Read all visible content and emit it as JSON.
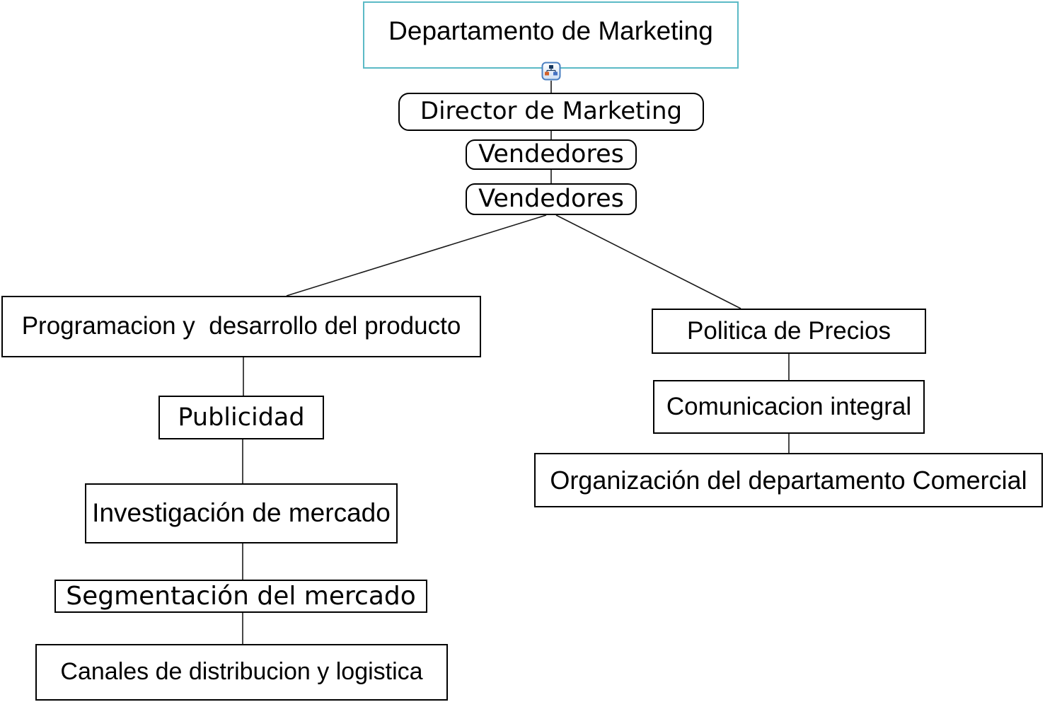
{
  "diagram": {
    "root": {
      "id": "departamento",
      "label": "Departamento de Marketing"
    },
    "chain": [
      {
        "id": "director",
        "label": "Director de Marketing"
      },
      {
        "id": "vendedores-1",
        "label": "Vendedores"
      },
      {
        "id": "vendedores-2",
        "label": "Vendedores"
      }
    ],
    "left_branch": [
      {
        "id": "programacion",
        "label": "Programacion y  desarrollo del producto"
      },
      {
        "id": "publicidad",
        "label": "Publicidad"
      },
      {
        "id": "investigacion",
        "label": "Investigación de mercado"
      },
      {
        "id": "segmentacion",
        "label": "Segmentación del mercado"
      },
      {
        "id": "canales",
        "label": "Canales de distribucion y logistica"
      }
    ],
    "right_branch": [
      {
        "id": "politica",
        "label": "Politica de Precios"
      },
      {
        "id": "comunicacion",
        "label": "Comunicacion integral"
      },
      {
        "id": "organizacion",
        "label": "Organización del departamento Comercial"
      }
    ],
    "edges": [
      [
        "departamento",
        "director"
      ],
      [
        "director",
        "vendedores-1"
      ],
      [
        "vendedores-1",
        "vendedores-2"
      ],
      [
        "vendedores-2",
        "programacion"
      ],
      [
        "vendedores-2",
        "politica"
      ],
      [
        "programacion",
        "publicidad"
      ],
      [
        "publicidad",
        "investigacion"
      ],
      [
        "investigacion",
        "segmentacion"
      ],
      [
        "segmentacion",
        "canales"
      ],
      [
        "politica",
        "comunicacion"
      ],
      [
        "comunicacion",
        "organizacion"
      ]
    ],
    "icons": {
      "org_chart_toggle": "org-chart-icon"
    },
    "colors": {
      "background": "#ffffff",
      "root_border": "#5bbac6",
      "node_border": "#000000",
      "icon_border": "#4a7fc1",
      "icon_navy": "#17375e",
      "icon_orange": "#d2622a",
      "icon_blue": "#4472c4"
    }
  }
}
